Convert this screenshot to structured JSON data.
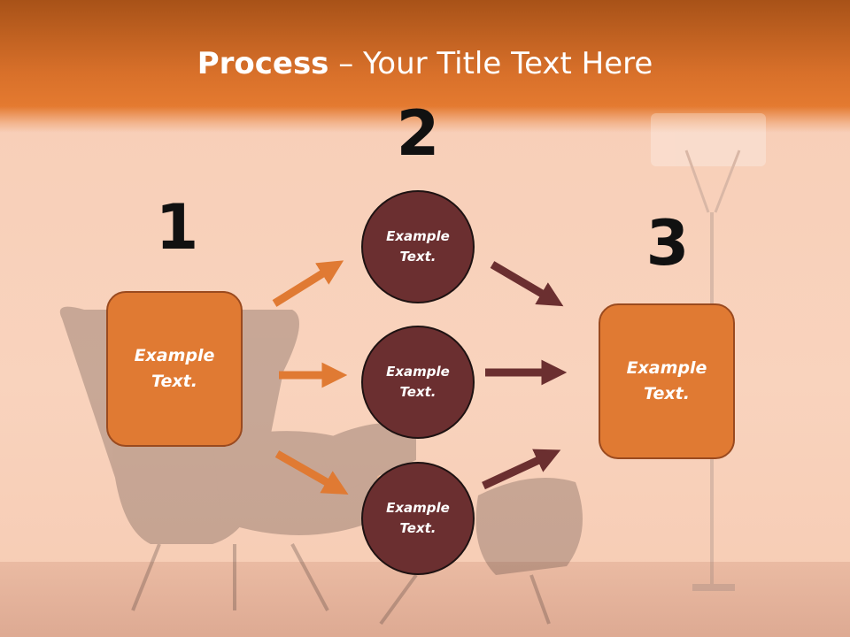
{
  "title": {
    "bold": "Process",
    "rest": " – Your Title Text Here"
  },
  "steps": {
    "one": "1",
    "two": "2",
    "three": "3"
  },
  "left_box": {
    "line1": "Example",
    "line2": "Text."
  },
  "circles": [
    {
      "line1": "Example",
      "line2": "Text."
    },
    {
      "line1": "Example",
      "line2": "Text."
    },
    {
      "line1": "Example",
      "line2": "Text."
    }
  ],
  "right_box": {
    "line1": "Example",
    "line2": "Text."
  },
  "colors": {
    "orange_arrow": "#e07a33",
    "dark_arrow": "#6b2f30",
    "circle": "#6b2f30",
    "box": "#e07a33"
  }
}
